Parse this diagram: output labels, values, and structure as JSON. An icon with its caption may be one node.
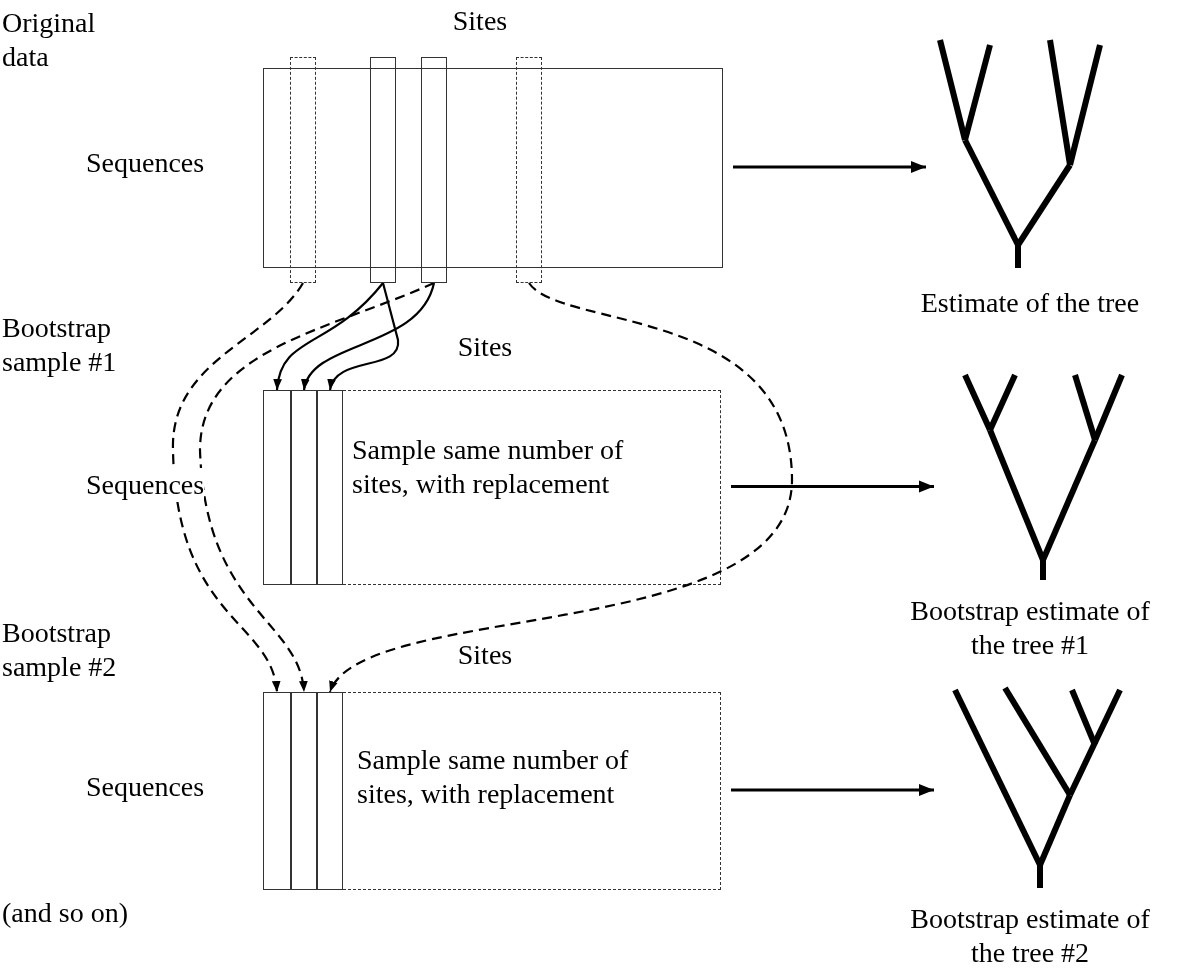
{
  "diagram": {
    "nodes": [
      {
        "text": [
          "Sites",
          "Sequences"
        ]
      },
      {
        "text": [],
        "shape": "bar",
        "in": 0
      },
      {
        "text": [],
        "shape": "bar",
        "in": 0
      },
      {
        "text": [],
        "shape": "bar",
        "in": 0
      },
      {
        "text": [],
        "shape": "bar",
        "in": 0
      },
      {
        "text": [],
        "shape": "picture",
        "beside": [
          "Estimate of the tree"
        ]
      },
      {
        "text": [
          "Sites",
          "Sequences",
          "Sample same number of sites, with replacement"
        ]
      },
      {
        "text": [],
        "shape": "bar",
        "in": 6
      },
      {
        "text": [],
        "shape": "bar",
        "in": 6
      },
      {
        "text": [],
        "shape": "bar",
        "in": 6
      },
      {
        "text": [],
        "shape": "picture",
        "beside": [
          "Bootstrap estimate of the tree #1"
        ]
      },
      {
        "text": [
          "Sites",
          "Sequences",
          "Sample same number of sites, with replacement"
        ]
      },
      {
        "text": [],
        "shape": "bar",
        "in": 11
      },
      {
        "text": [],
        "shape": "bar",
        "in": 11
      },
      {
        "text": [],
        "shape": "bar",
        "in": 11
      },
      {
        "text": [],
        "shape": "picture",
        "beside": [
          "Bootstrap estimate of the tree #2"
        ]
      }
    ],
    "edges": [
      {
        "from": 0,
        "to": 5,
        "arrow": "to"
      },
      {
        "from": 2,
        "to": 7,
        "arrow": "to"
      },
      {
        "from": 3,
        "to": 8,
        "arrow": "to"
      },
      {
        "from": 2,
        "to": 9,
        "arrow": "to"
      },
      {
        "from": 6,
        "to": 10,
        "arrow": "to"
      },
      {
        "from": 1,
        "to": 12,
        "arrow": "to",
        "style": "dashed"
      },
      {
        "from": 3,
        "to": 13,
        "arrow": "to",
        "style": "dashed"
      },
      {
        "from": 4,
        "to": 14,
        "arrow": "to",
        "style": "dashed"
      },
      {
        "from": 11,
        "to": 15,
        "arrow": "to"
      }
    ],
    "labels": [
      "Original data",
      "Bootstrap sample #1",
      "Bootstrap sample #2",
      "(and so on)"
    ]
  }
}
